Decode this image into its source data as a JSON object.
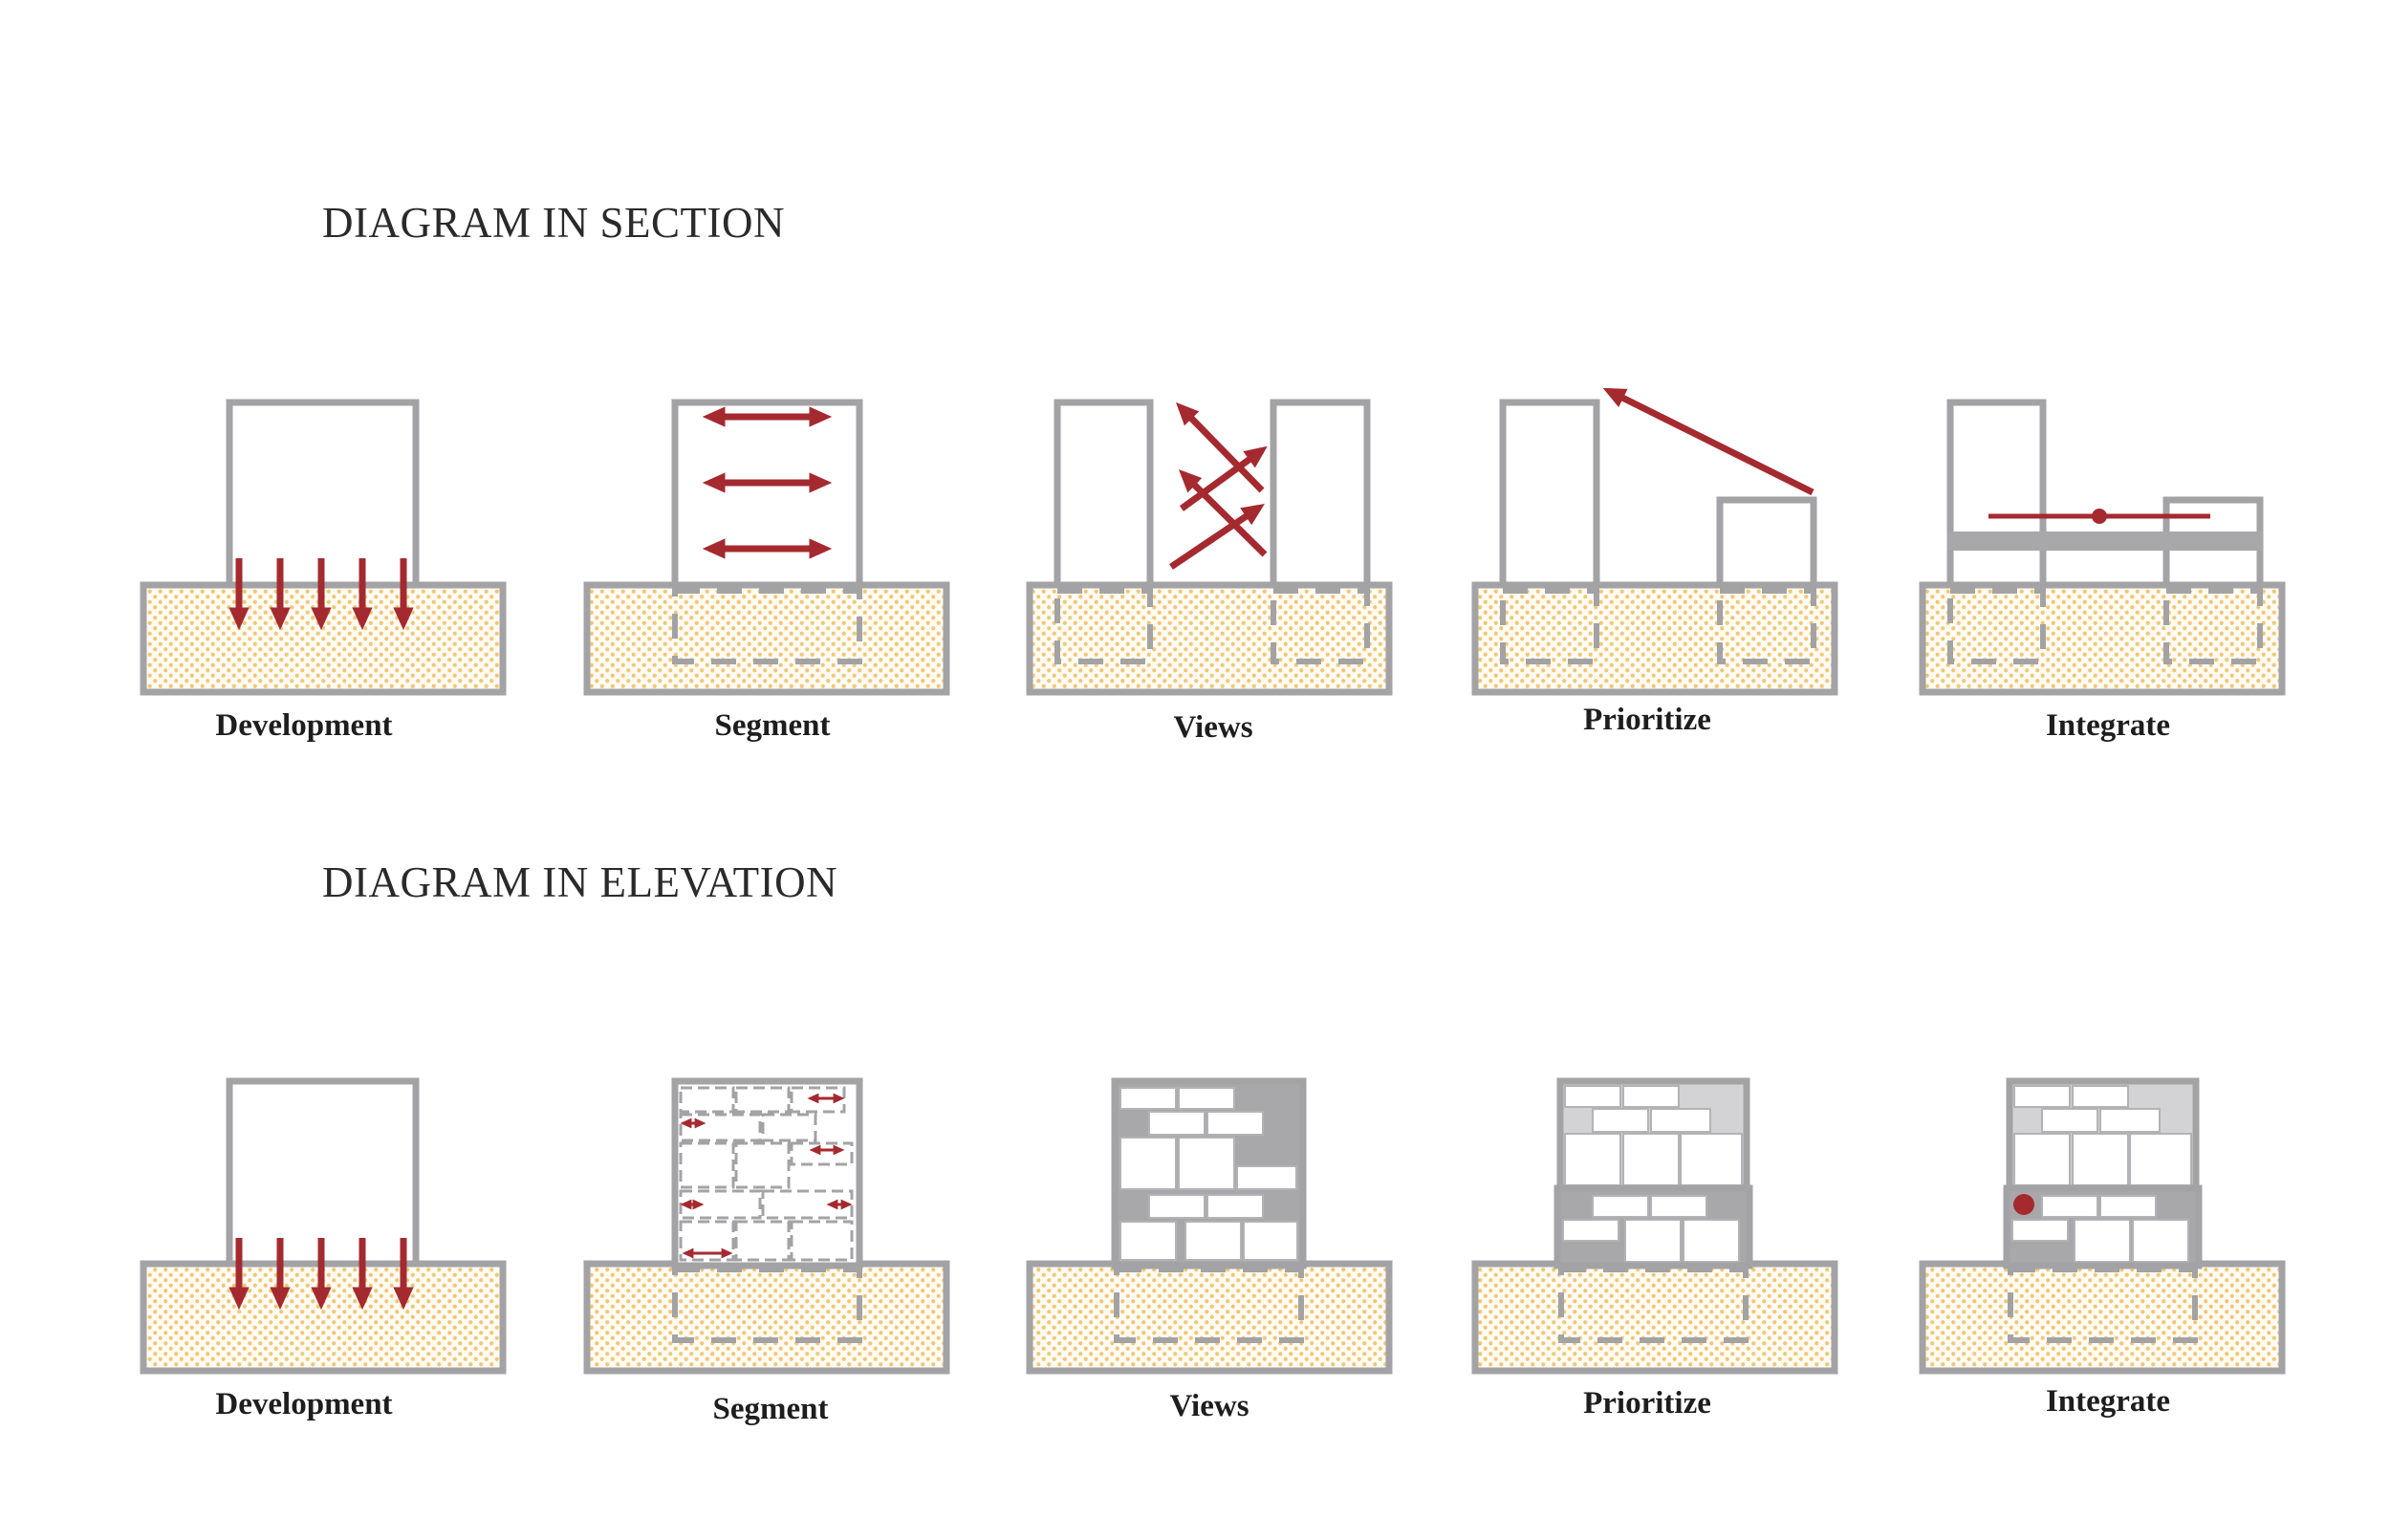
{
  "headings": {
    "section": "DIAGRAM IN SECTION",
    "elevation": "DIAGRAM IN ELEVATION"
  },
  "section_row": {
    "development": "Development",
    "segment": "Segment",
    "views": "Views",
    "prioritize": "Prioritize",
    "integrate": "Integrate"
  },
  "elevation_row": {
    "development": "Development",
    "segment": "Segment",
    "views": "Views",
    "prioritize": "Prioritize",
    "integrate": "Integrate"
  },
  "colors": {
    "accent_red": "#a42a30",
    "outline_gray": "#a3a3a5",
    "ground_dots": "#f0c778",
    "dark_fill": "#a8a8aa",
    "light_fill": "#d3d3d5"
  }
}
